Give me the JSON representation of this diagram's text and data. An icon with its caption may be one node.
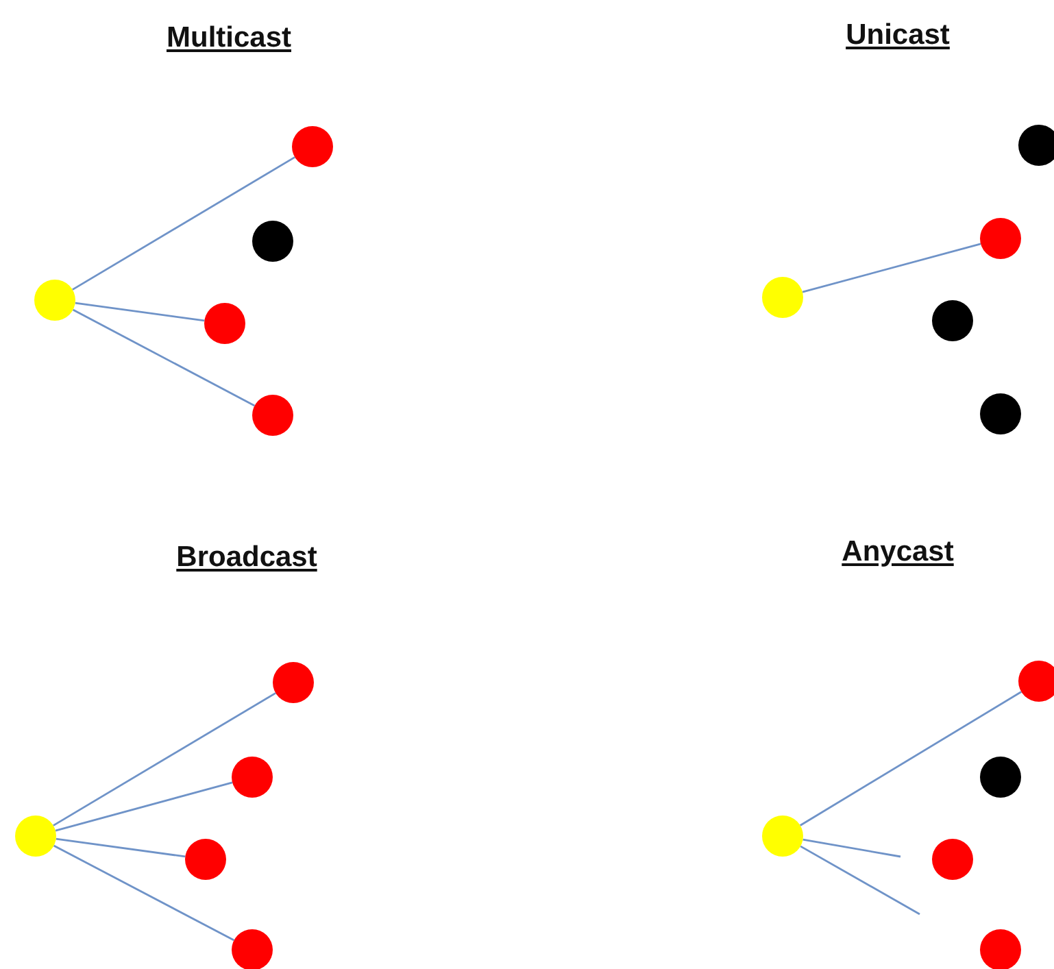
{
  "diagram": {
    "nodes": [
      {
        "text": [],
        "shape": "circle"
      },
      {
        "text": [],
        "shape": "circle"
      },
      {
        "text": [],
        "shape": "circle"
      },
      {
        "text": [],
        "shape": "circle"
      },
      {
        "text": [],
        "shape": "circle"
      },
      {
        "text": [],
        "shape": "circle"
      },
      {
        "text": [],
        "shape": "circle"
      },
      {
        "text": [],
        "shape": "circle"
      },
      {
        "text": [],
        "shape": "circle"
      },
      {
        "text": [],
        "shape": "circle"
      },
      {
        "text": [],
        "shape": "circle"
      },
      {
        "text": [],
        "shape": "circle"
      },
      {
        "text": [],
        "shape": "circle"
      },
      {
        "text": [],
        "shape": "circle"
      },
      {
        "text": [],
        "shape": "circle"
      },
      {
        "text": [],
        "shape": "circle"
      },
      {
        "text": [],
        "shape": "circle"
      },
      {
        "text": [],
        "shape": "circle"
      },
      {
        "text": [],
        "shape": "circle"
      },
      {
        "text": [],
        "shape": "circle"
      }
    ],
    "edges": [
      {
        "from": 0,
        "to": 1,
        "arrow": "none"
      },
      {
        "from": 0,
        "to": 3,
        "arrow": "none"
      },
      {
        "from": 0,
        "to": 4,
        "arrow": "none"
      },
      {
        "from": 5,
        "to": 7,
        "arrow": "none"
      },
      {
        "from": 10,
        "to": 11,
        "arrow": "none"
      },
      {
        "from": 10,
        "to": 12,
        "arrow": "none"
      },
      {
        "from": 10,
        "to": 13,
        "arrow": "none"
      },
      {
        "from": 10,
        "to": 14,
        "arrow": "none"
      },
      {
        "from": 15,
        "to": 16,
        "arrow": "none"
      },
      {
        "from": 15,
        "to": null,
        "arrow": "none"
      },
      {
        "from": 15,
        "to": null,
        "arrow": "none"
      }
    ],
    "labels": [
      "Multicast",
      "Unicast",
      "Broadcast",
      "Anycast"
    ]
  }
}
